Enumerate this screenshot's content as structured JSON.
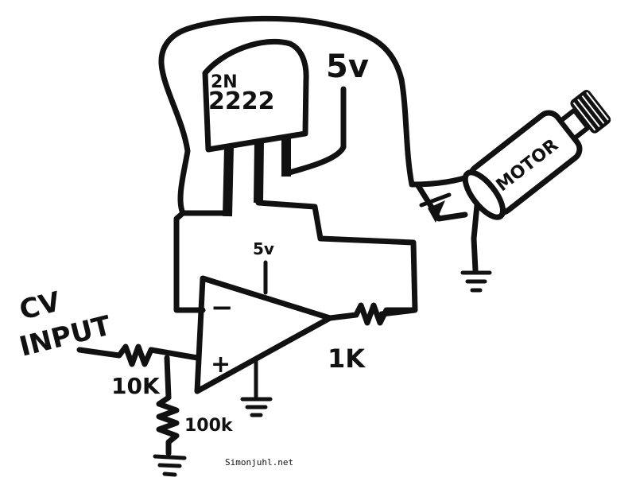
{
  "labels": {
    "transistor_line1": "2N",
    "transistor_line2": "2222",
    "supply_top": "5v",
    "supply_opamp": "5v",
    "cv_line1": "CV",
    "cv_line2": "INPUT",
    "r_input": "10K",
    "r_divider": "100k",
    "r_output": "1K",
    "motor": "MOTOR",
    "minus": "−",
    "plus": "+",
    "credit": "Simonjuhl.net"
  }
}
